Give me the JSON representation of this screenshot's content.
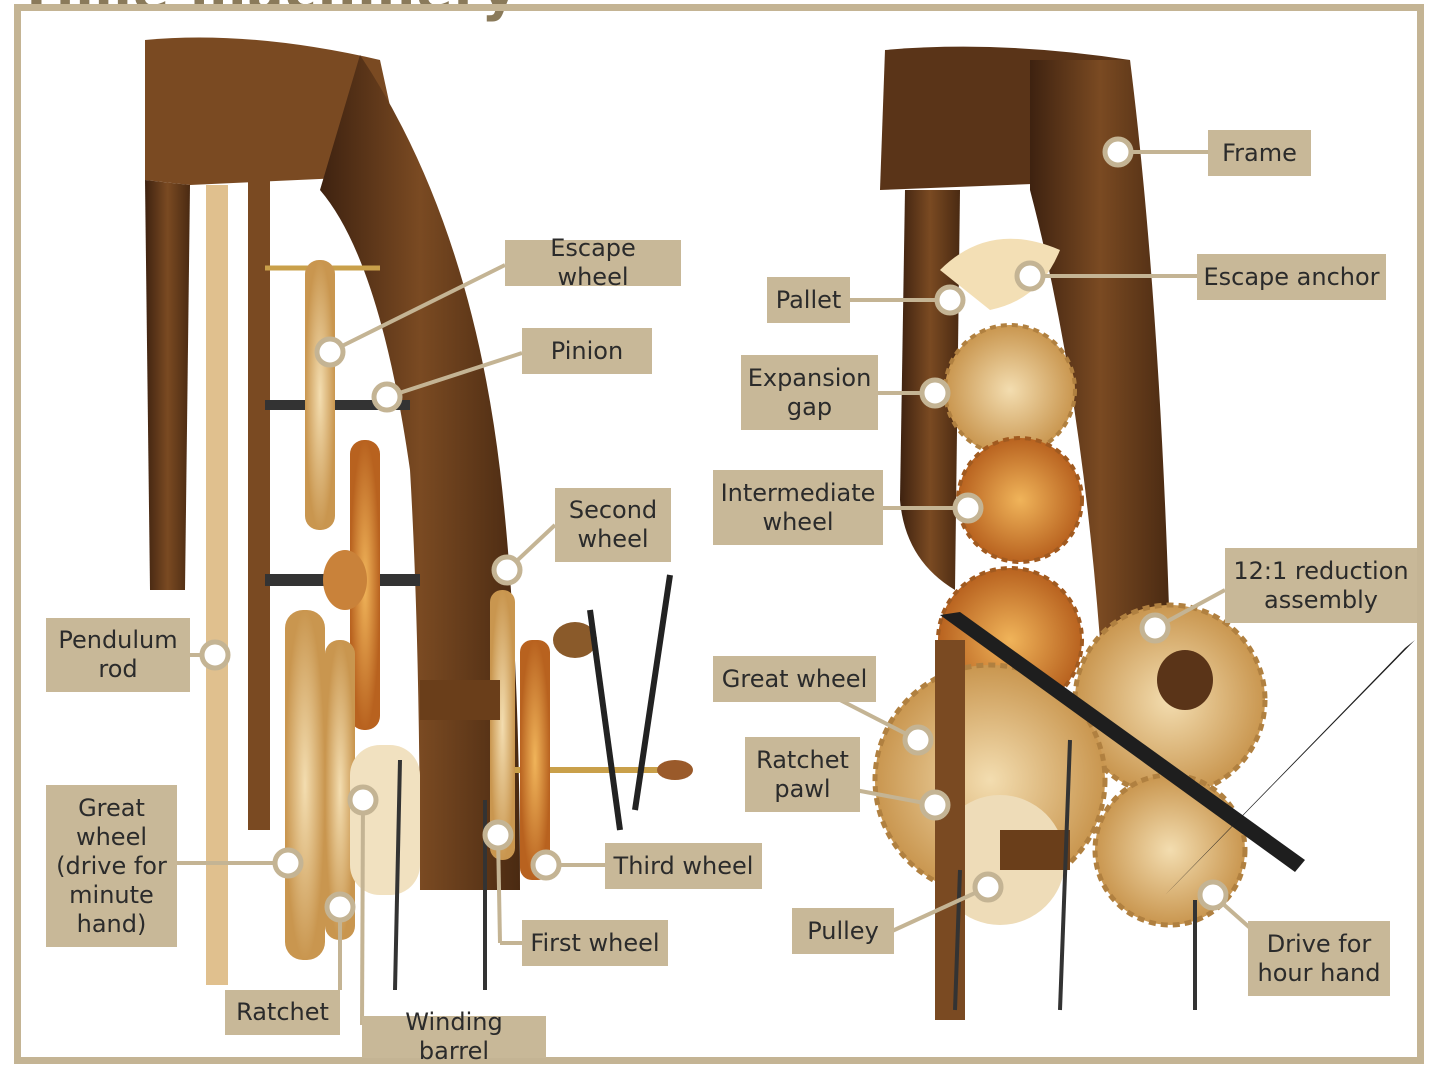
{
  "title": "Time machinery",
  "colors": {
    "label_bg": "#c8b898",
    "frame": "#c4b494",
    "leader": "#c4b494",
    "wood_dark": "#5a3418",
    "wood_light": "#e6c48e"
  },
  "left_labels": {
    "escape_wheel": "Escape wheel",
    "pinion": "Pinion",
    "second_wheel": "Second\nwheel",
    "pendulum_rod": "Pendulum\nrod",
    "great_wheel": "Great\nwheel\n(drive for\nminute\nhand)",
    "third_wheel": "Third wheel",
    "first_wheel": "First wheel",
    "ratchet": "Ratchet",
    "winding_barrel": "Winding barrel"
  },
  "right_labels": {
    "frame": "Frame",
    "escape_anchor": "Escape anchor",
    "pallet": "Pallet",
    "expansion_gap": "Expansion\ngap",
    "intermediate_wheel": "Intermediate\nwheel",
    "reduction_assembly": "12:1 reduction\nassembly",
    "great_wheel": "Great wheel",
    "ratchet_pawl": "Ratchet\npawl",
    "pulley": "Pulley",
    "drive_hour_hand": "Drive for\nhour hand"
  }
}
